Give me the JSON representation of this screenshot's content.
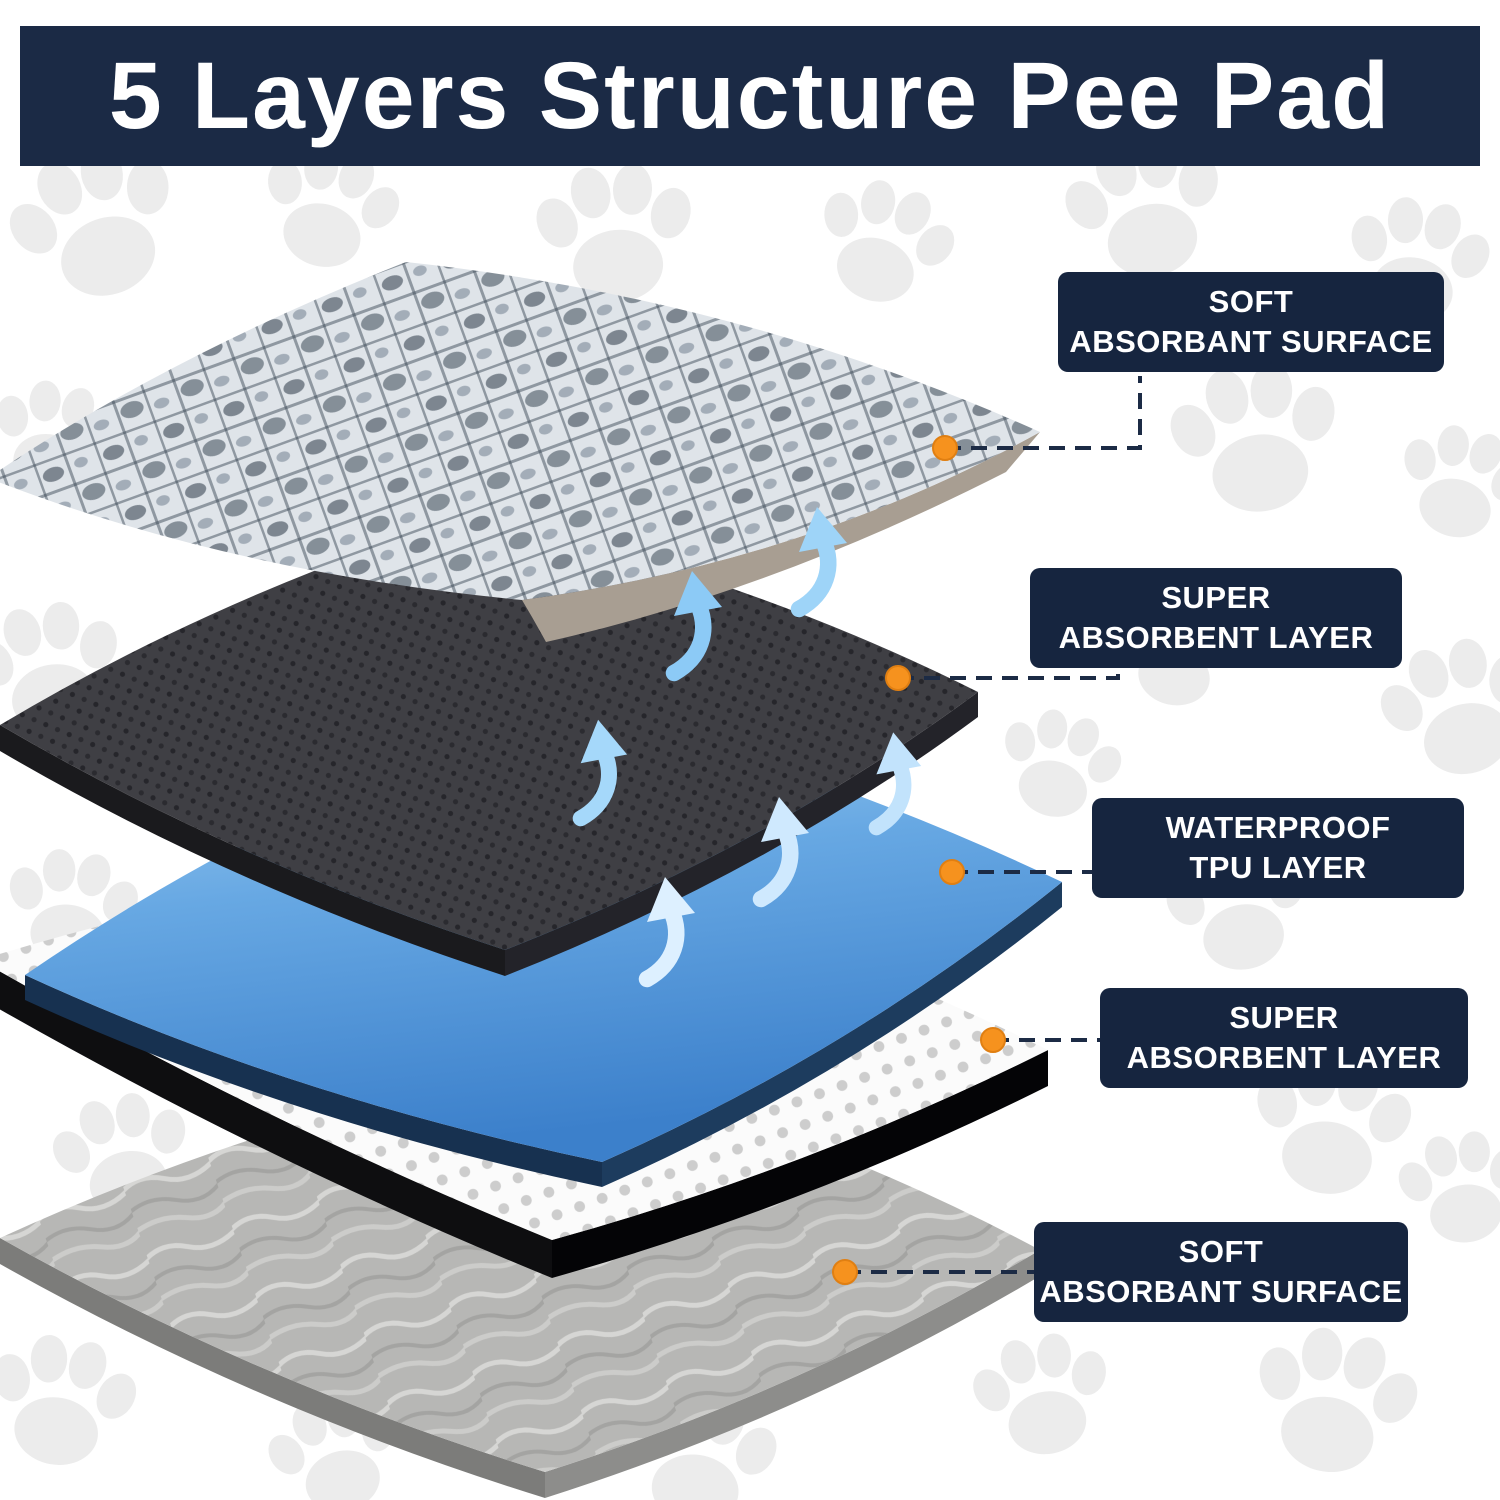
{
  "title": "5 Layers Structure Pee Pad",
  "labels": [
    {
      "line1": "SOFT",
      "line2": "ABSORBANT SURFACE"
    },
    {
      "line1": "SUPER",
      "line2": "ABSORBENT LAYER"
    },
    {
      "line1": "WATERPROOF",
      "line2": "TPU LAYER"
    },
    {
      "line1": "SUPER",
      "line2": "ABSORBENT LAYER"
    },
    {
      "line1": "SOFT",
      "line2": "ABSORBANT SURFACE"
    }
  ],
  "layers": [
    {
      "name": "soft-absorbant-surface-top",
      "color": "#dfe4e9"
    },
    {
      "name": "super-absorbent-layer",
      "color": "#3f3f44"
    },
    {
      "name": "waterproof-tpu-layer",
      "color": "#5b9fe0"
    },
    {
      "name": "super-absorbent-layer",
      "color": "#fbfbfb"
    },
    {
      "name": "soft-absorbant-surface-bottom",
      "color": "#b7b7b5"
    }
  ],
  "colors": {
    "title_bar": "#1b2a45",
    "label_box": "#16253f",
    "label_text": "#ffffff",
    "connector_line": "#1c2b45",
    "connector_dot": "#f6921e",
    "tpu_blue": "#5b9fe0",
    "arrow_blue": "#8ccaf6",
    "paw_print": "#ececec"
  },
  "icons": [
    "paw-print-icon",
    "up-arrow-icon",
    "connector-dot"
  ]
}
